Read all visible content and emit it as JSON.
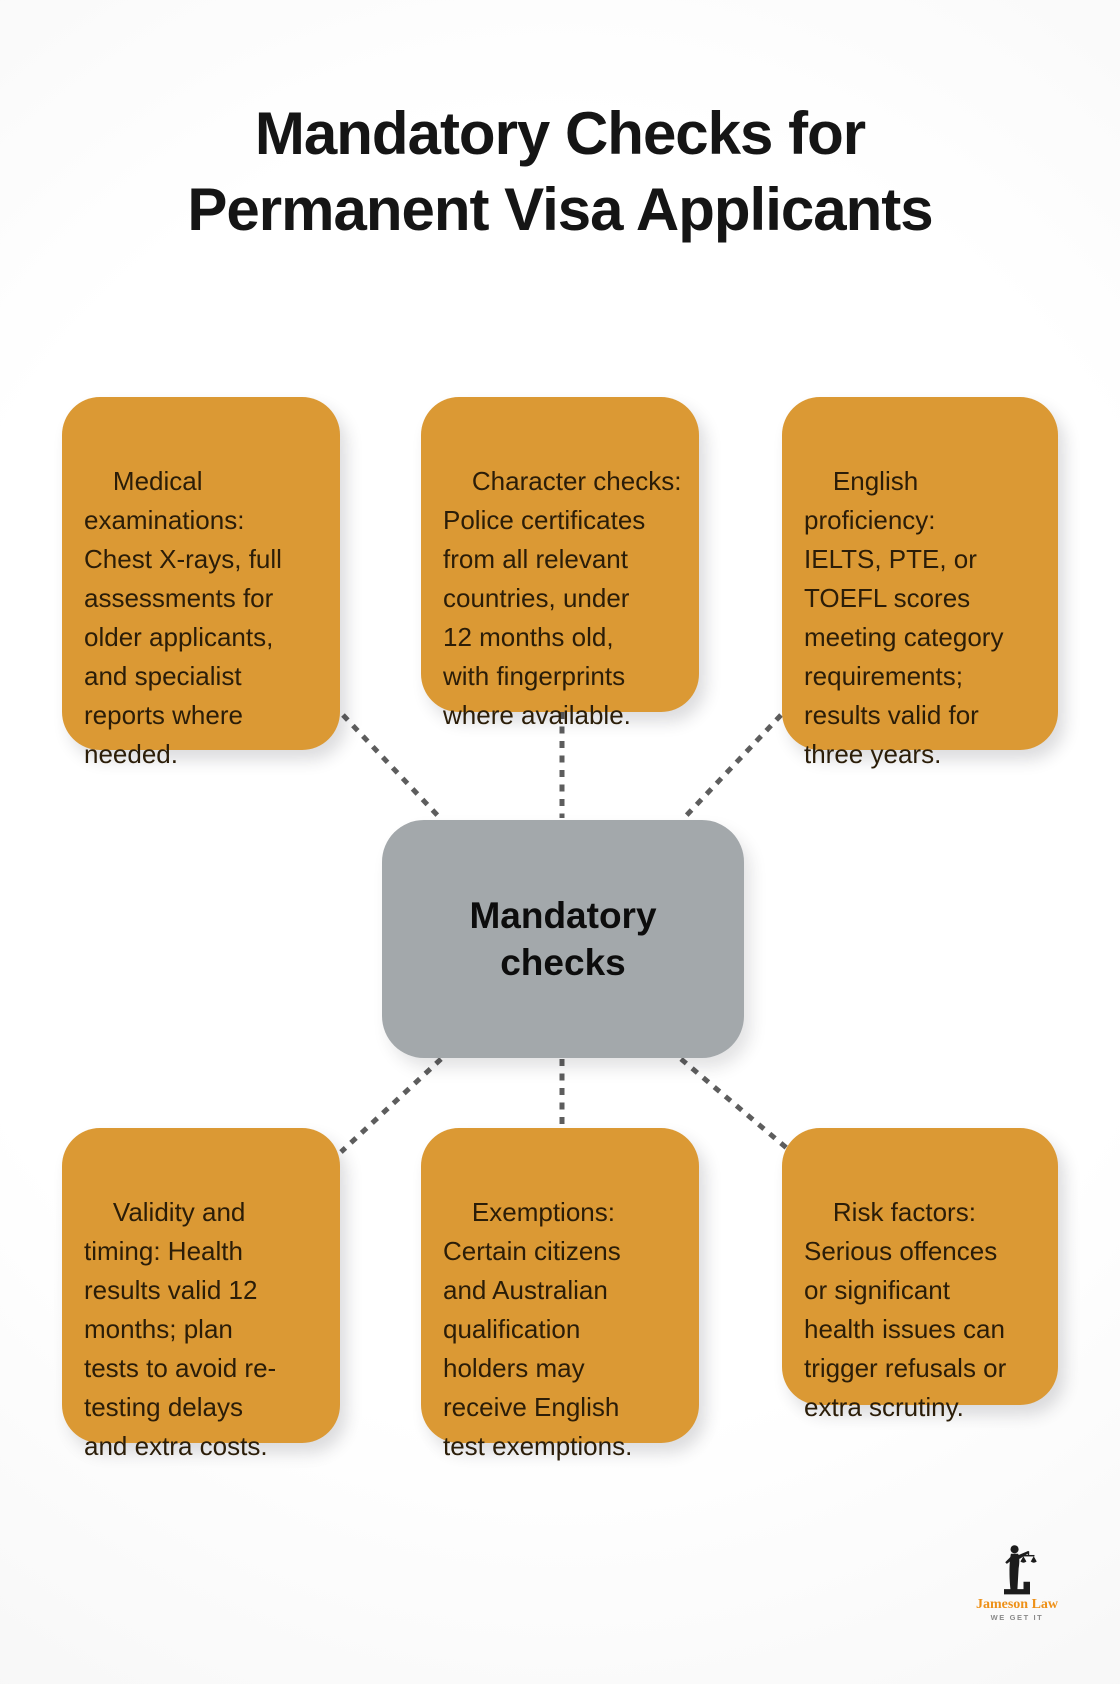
{
  "title": {
    "line1": "Mandatory Checks for",
    "line2": "Permanent Visa Applicants"
  },
  "center_node": {
    "label": "Mandatory\nchecks"
  },
  "nodes": [
    {
      "id": "medical-examinations",
      "text": "Medical\nexaminations:\nChest X-rays, full\nassessments for\nolder applicants,\nand specialist\nreports where\nneeded."
    },
    {
      "id": "character-checks",
      "text": "Character checks:\nPolice certificates\nfrom all relevant\ncountries, under\n12 months old,\nwith fingerprints\nwhere available."
    },
    {
      "id": "english-proficiency",
      "text": "English\nproficiency:\nIELTS, PTE, or\nTOEFL scores\nmeeting category\nrequirements;\nresults valid for\nthree years."
    },
    {
      "id": "validity-and-timing",
      "text": "Validity and\ntiming: Health\nresults valid 12\nmonths; plan\ntests to avoid re-\ntesting delays\nand extra costs."
    },
    {
      "id": "exemptions",
      "text": "Exemptions:\nCertain citizens\nand Australian\nqualification\nholders may\nreceive English\ntest exemptions."
    },
    {
      "id": "risk-factors",
      "text": "Risk factors:\nSerious offences\nor significant\nhealth issues can\ntrigger refusals or\nextra scrutiny."
    }
  ],
  "logo": {
    "brand": "Jameson Law",
    "tagline": "WE GET IT",
    "icon": "lady-justice-scales-icon"
  },
  "colors": {
    "node_bg": "#DB9934",
    "center_bg": "#A3A8AB",
    "connector": "#5D5D5D",
    "title_text": "#151515",
    "node_text": "#2B1D08",
    "logo_brand": "#EE9118",
    "logo_tagline": "#8A8A8A"
  }
}
